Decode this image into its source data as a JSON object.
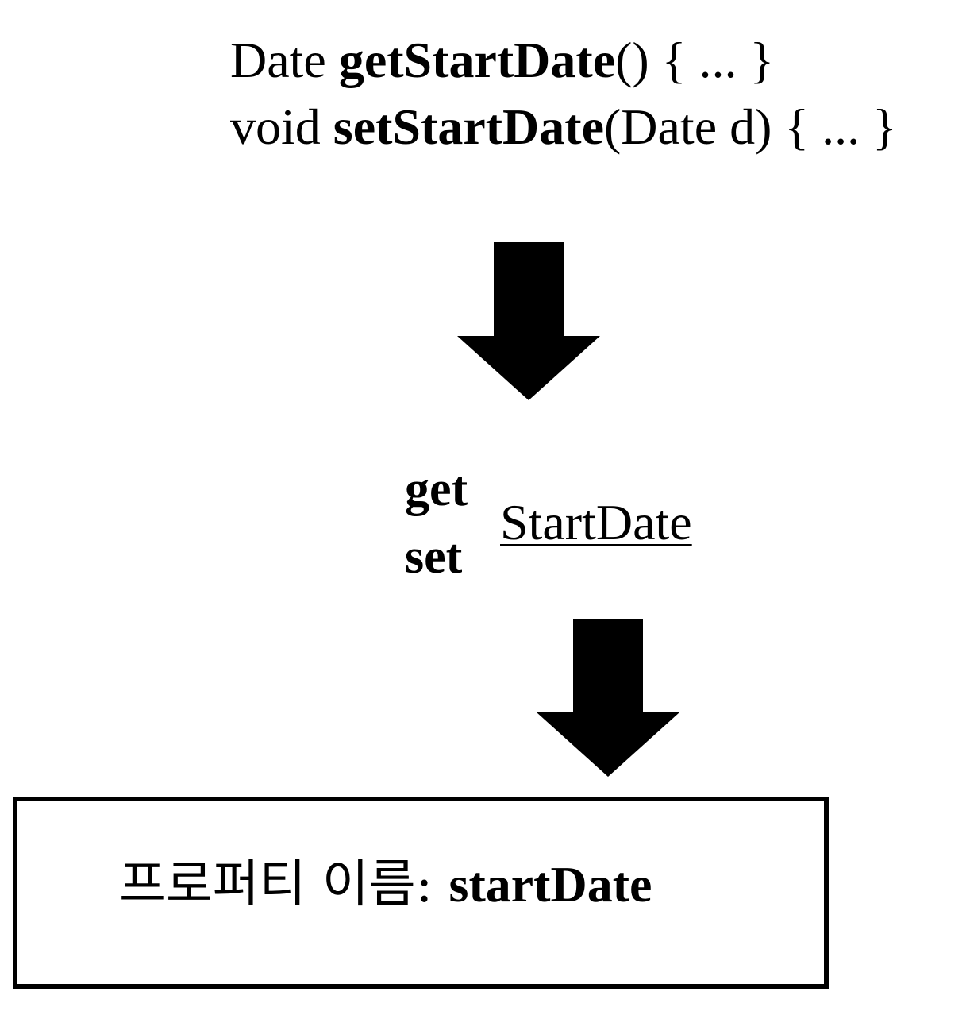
{
  "code": {
    "getter": {
      "return_type": "Date",
      "method_name": "getStartDate",
      "signature_rest": "() { ... }"
    },
    "setter": {
      "return_type": "void",
      "method_name": "setStartDate",
      "signature_rest": "(Date d) { ... }"
    }
  },
  "breakdown": {
    "prefix_get": "get",
    "prefix_set": "set",
    "stem": "StartDate"
  },
  "result": {
    "label": "프로퍼티 이름: ",
    "value": "startDate"
  },
  "colors": {
    "ink": "#000000",
    "background": "#ffffff"
  }
}
